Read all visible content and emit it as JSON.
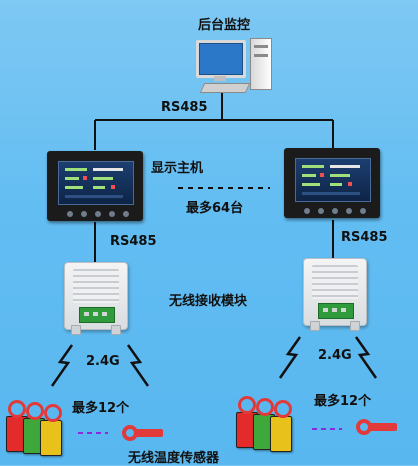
{
  "labels": {
    "monitor": "后台监控",
    "rs485_top": "RS485",
    "display_host": "显示主机",
    "max_hosts": "最多64台",
    "rs485_left": "RS485",
    "rs485_right": "RS485",
    "receiver": "无线接收模块",
    "freq_left": "2.4G",
    "freq_right": "2.4G",
    "max_sensors_left": "最多12个",
    "max_sensors_right": "最多12个",
    "sensor": "无线温度传感器"
  },
  "colors": {
    "background": "#62bdf2",
    "wire": "#111111",
    "dash": "#8a2be2",
    "sensor_red": "#e32b2b",
    "sensor_green": "#3ea83a",
    "sensor_yellow": "#e8c21a",
    "ring_red": "#e23a3a"
  },
  "icons": {
    "monitor": "computer-icon",
    "host": "touchscreen-icon",
    "receiver": "receiver-module-icon",
    "signal": "lightning-icon",
    "sensor": "temperature-sensor-icon"
  }
}
